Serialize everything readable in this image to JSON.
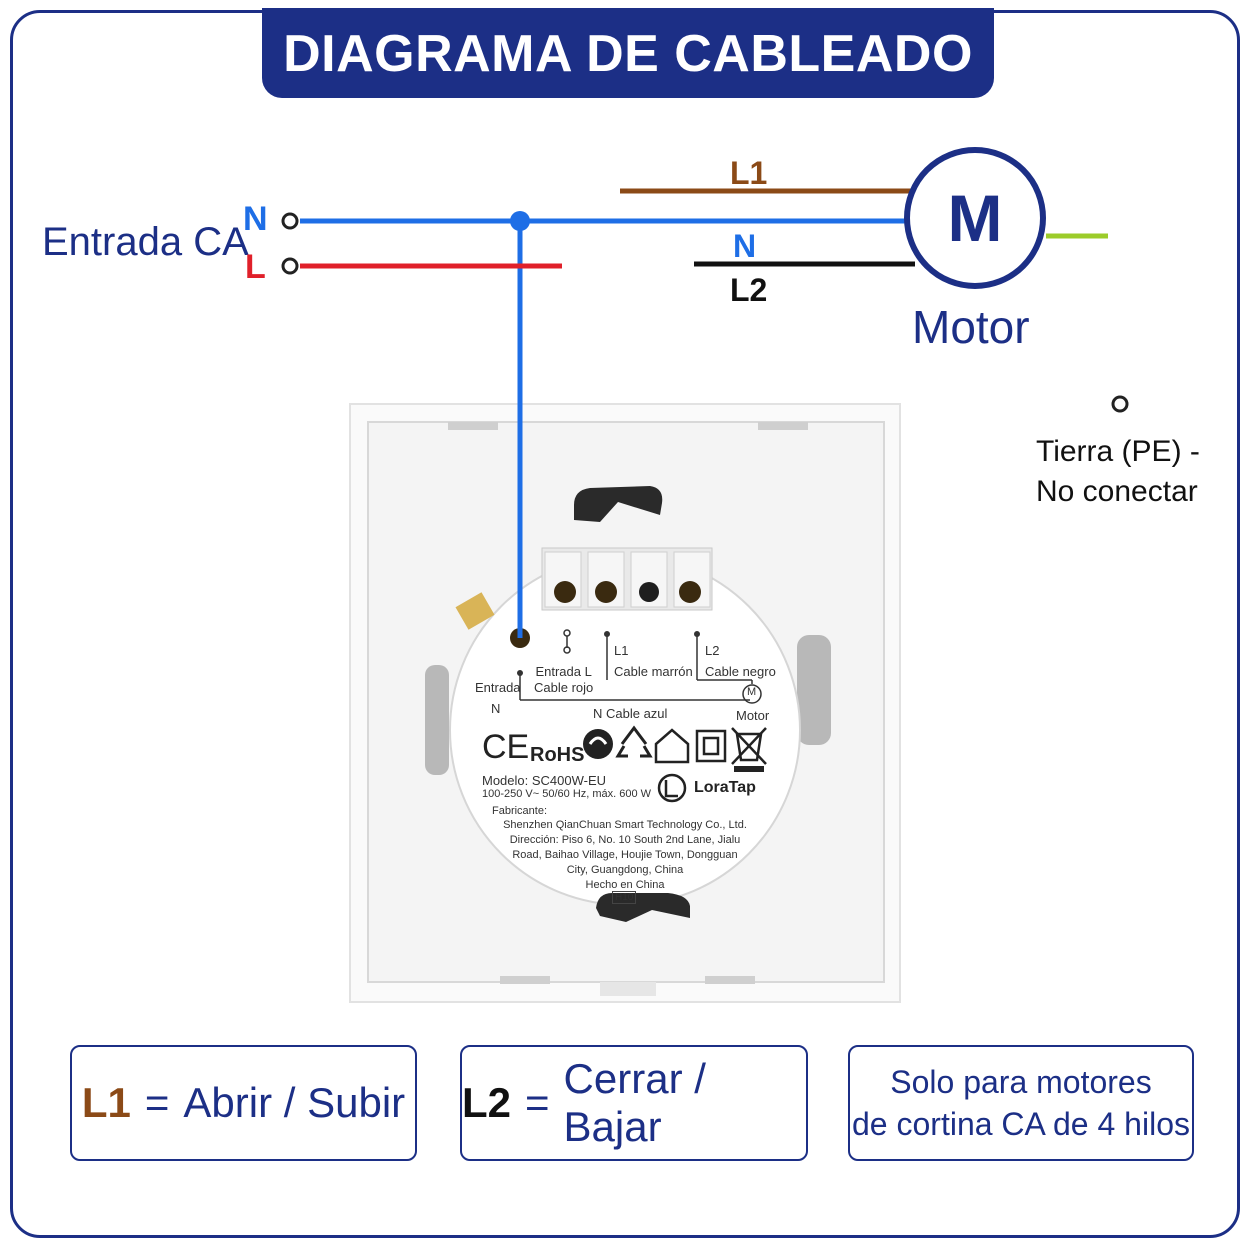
{
  "title": "DIAGRAMA DE CABLEADO",
  "input": {
    "label": "Entrada CA",
    "n": "N",
    "l": "L"
  },
  "wires": {
    "l1": "L1",
    "n": "N",
    "l2": "L2"
  },
  "motor": {
    "symbol": "M",
    "label": "Motor"
  },
  "ground": {
    "line1": "Tierra (PE) -",
    "line2": "No conectar"
  },
  "device": {
    "terminal_labels": {
      "entrada": "Entrada",
      "n": "N",
      "entrada_l": "Entrada L",
      "cable_rojo": "Cable rojo",
      "l1": "L1",
      "cable_marron": "Cable marrón",
      "l2": "L2",
      "cable_negro": "Cable negro",
      "cable_azul": "N  Cable azul",
      "motor": "Motor",
      "motor_symbol": "M"
    },
    "certs": {
      "ce": "CE",
      "rohs": "RoHS"
    },
    "brand": "LoraTap",
    "model": "Modelo: SC400W-EU",
    "rating": "100-250 V~ 50/60 Hz, máx. 600 W",
    "maker_title": "Fabricante:",
    "maker_lines": [
      "Shenzhen QianChuan Smart Technology Co., Ltd.",
      "Dirección: Piso 6, No. 10 South 2nd Lane, Jialu",
      "Road, Baihao Village, Houjie Town, Dongguan",
      "City, Guangdong, China",
      "Hecho en China"
    ],
    "code": "H10"
  },
  "legend": {
    "box1": {
      "key": "L1",
      "eq": "=",
      "text": "Abrir / Subir"
    },
    "box2": {
      "key": "L2",
      "eq": "=",
      "text": "Cerrar / Bajar"
    },
    "box3": {
      "line1": "Solo para motores",
      "line2": "de cortina CA de 4 hilos"
    }
  },
  "colors": {
    "brand": "#1c2f86",
    "neutral": "#1e6ee6",
    "live": "#e0202a",
    "l1": "#8b4a17",
    "l2": "#111111",
    "earth": "#9ccc2a"
  }
}
